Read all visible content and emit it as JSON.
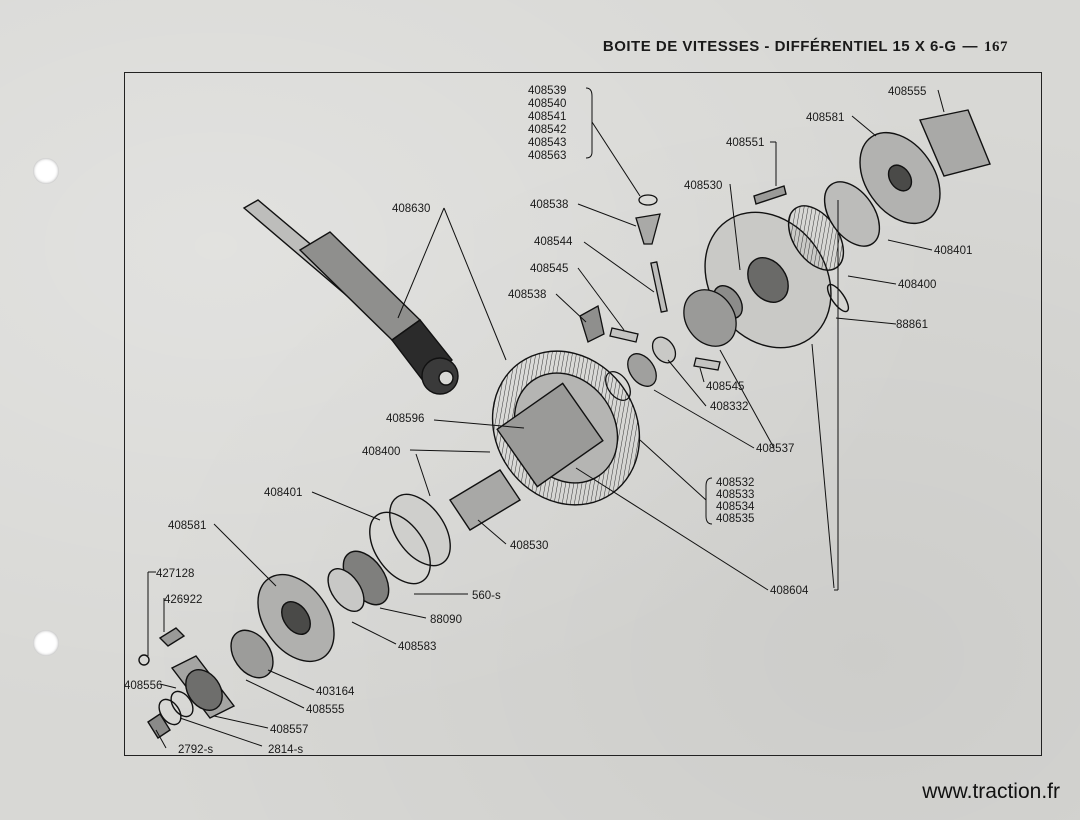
{
  "header": {
    "title": "BOITE DE VITESSES - DIFFÉRENTIEL 15 X 6-G",
    "dash": "—",
    "page_number": "167"
  },
  "watermark": "www.traction.fr",
  "parts": {
    "p408539": "408539",
    "p408540": "408540",
    "p408541": "408541",
    "p408542": "408542",
    "p408543": "408543",
    "p408563": "408563",
    "p408555_top": "408555",
    "p408581_top": "408581",
    "p408551": "408551",
    "p408530_top": "408530",
    "p408630": "408630",
    "p408538_a": "408538",
    "p408544": "408544",
    "p408545_a": "408545",
    "p408538_b": "408538",
    "p408401_top": "408401",
    "p408400_top": "408400",
    "p88861": "88861",
    "p408545_b": "408545",
    "p408332": "408332",
    "p408596": "408596",
    "p408537": "408537",
    "p408400_mid": "408400",
    "p408401_mid": "408401",
    "p408532": "408532",
    "p408533": "408533",
    "p408534": "408534",
    "p408535": "408535",
    "p408581_bot": "408581",
    "p408530_bot": "408530",
    "p427128": "427128",
    "p426922": "426922",
    "p560s": "560-s",
    "p88090": "88090",
    "p408604": "408604",
    "p408583": "408583",
    "p408556": "408556",
    "p403164": "403164",
    "p408555_bot": "408555",
    "p408557": "408557",
    "p2792s": "2792-s",
    "p2814s": "2814-s"
  }
}
